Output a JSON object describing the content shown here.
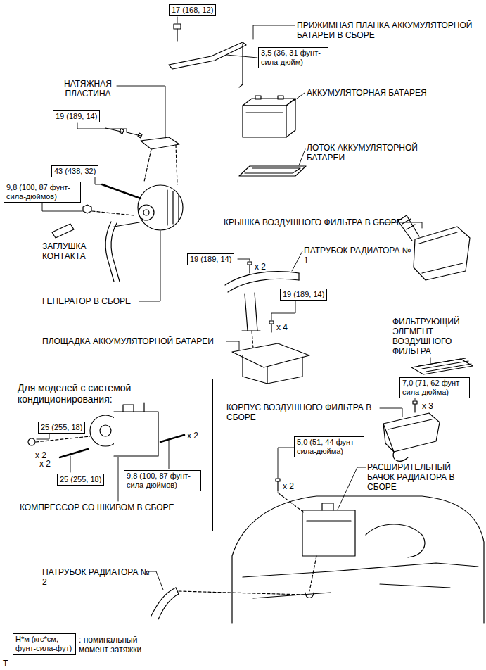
{
  "diagram": {
    "nodes": [
      {
        "text": [
          "17 (168, 12)"
        ]
      },
      {
        "text": [
          "3,5 (36, 31 фунт-сила-дюйм)"
        ]
      },
      {
        "text": [
          "19 (189, 14)"
        ]
      },
      {
        "text": [
          "43 (438, 32)"
        ]
      },
      {
        "text": [
          "9,8 (100, 87 фунт-сила-дюймов)"
        ]
      },
      {
        "text": [
          "19 (189, 14)"
        ]
      },
      {
        "text": [
          "19 (189, 14)"
        ]
      },
      {
        "text": [
          "7,0 (71, 62 фунт-сила-дюйма)"
        ]
      },
      {
        "text": [
          "Для моделей с системой кондиционирования:"
        ]
      },
      {
        "text": [
          "25 (255, 18)"
        ],
        "in": 8
      },
      {
        "text": [
          "25 (255, 18)"
        ],
        "in": 8
      },
      {
        "text": [
          "9,8 (100, 87 фунт-сила-дюймов)"
        ],
        "in": 8
      },
      {
        "text": [
          "5,0 (51, 44 фунт-сила-дюйма)"
        ]
      },
      {
        "text": [
          "Н*м (кгс*см, фунт-сила-фут)"
        ]
      }
    ],
    "labels": [
      "ПРИЖИМНАЯ ПЛАНКА АККУМУЛЯТОРНОЙ БАТАРЕИ В СБОРЕ",
      "НАТЯЖНАЯ ПЛАСТИНА",
      "АККУМУЛЯТОРНАЯ БАТАРЕЯ",
      "ЛОТОК АККУМУЛЯТОРНОЙ БАТАРЕИ",
      "ЗАГЛУШКА КОНТАКТА",
      "ГЕНЕРАТОР В СБОРЕ",
      "КРЫШКА ВОЗДУШНОГО ФИЛЬТРА В СБОРЕ",
      "ПАТРУБОК РАДИАТОРА № 1",
      "x 2",
      "ПЛОЩАДКА АККУМУЛЯТОРНОЙ БАТАРЕИ",
      "x 4",
      "ФИЛЬТРУЮЩИЙ ЭЛЕМЕНТ ВОЗДУШНОГО ФИЛЬТРА",
      "x 3",
      "КОРПУС ВОЗДУШНОГО ФИЛЬТРА В СБОРЕ",
      "x 2",
      "x 2",
      "x 2",
      "КОМПРЕССОР СО ШКИВОМ В СБОРЕ",
      "x 2",
      "РАСШИРИТЕЛЬНЫЙ БАЧОК РАДИАТОРА В СБОРЕ",
      "ПАТРУБОК РАДИАТОРА № 2",
      ": номинальный момент затяжки",
      "T"
    ]
  }
}
